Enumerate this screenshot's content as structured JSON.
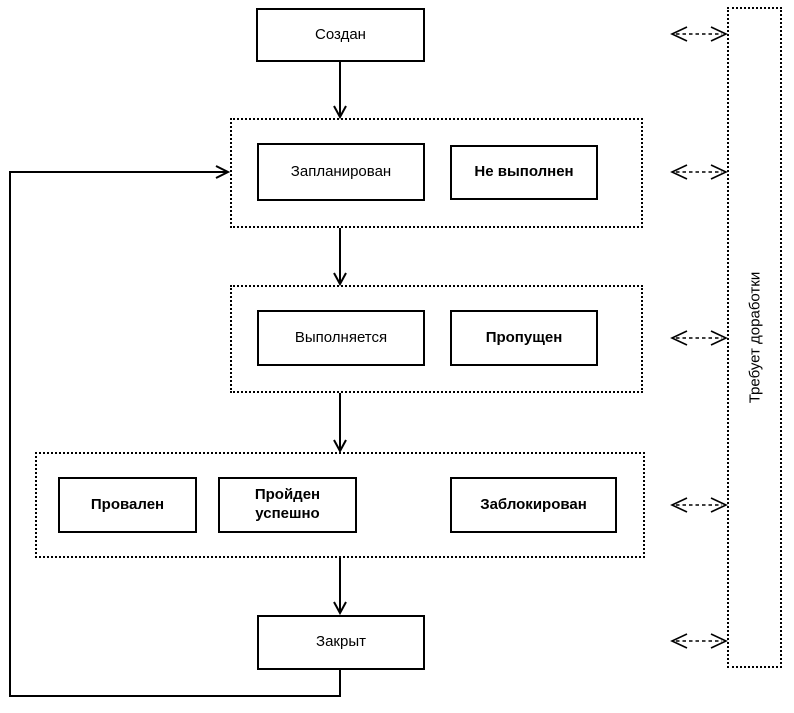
{
  "diagram": {
    "type": "state-flowchart",
    "language": "ru",
    "colors": {
      "stroke": "#000000",
      "background": "#ffffff",
      "node_fill": "#ffffff"
    },
    "nodes": {
      "created": {
        "label": "Создан",
        "emphasis": "normal"
      },
      "planned": {
        "label": "Запланирован",
        "emphasis": "normal"
      },
      "not_executed": {
        "label": "Не выполнен",
        "emphasis": "bold"
      },
      "in_progress": {
        "label": "Выполняется",
        "emphasis": "normal"
      },
      "skipped": {
        "label": "Пропущен",
        "emphasis": "bold"
      },
      "failed": {
        "label": "Провален",
        "emphasis": "bold"
      },
      "passed": {
        "label": "Пройден успешно",
        "emphasis": "bold"
      },
      "blocked": {
        "label": "Заблокирован",
        "emphasis": "bold"
      },
      "closed": {
        "label": "Закрыт",
        "emphasis": "normal"
      },
      "rework": {
        "label": "Требует доработки",
        "emphasis": "normal"
      }
    },
    "groups": [
      {
        "members": [
          "planned",
          "not_executed"
        ]
      },
      {
        "members": [
          "in_progress",
          "skipped"
        ]
      },
      {
        "members": [
          "failed",
          "passed",
          "blocked"
        ]
      }
    ],
    "edges": [
      {
        "from": "created",
        "to": "group-planned",
        "style": "solid-arrow"
      },
      {
        "from": "group-planned",
        "to": "group-inprogress",
        "style": "solid-arrow"
      },
      {
        "from": "group-inprogress",
        "to": "group-results",
        "style": "solid-arrow"
      },
      {
        "from": "group-results",
        "to": "closed",
        "style": "solid-arrow"
      },
      {
        "from": "closed",
        "to": "group-planned",
        "style": "solid-arrow-loop-left"
      },
      {
        "from": "created",
        "to": "rework",
        "style": "dashed-double-arrow"
      },
      {
        "from": "group-planned",
        "to": "rework",
        "style": "dashed-double-arrow"
      },
      {
        "from": "group-inprogress",
        "to": "rework",
        "style": "dashed-double-arrow"
      },
      {
        "from": "group-results",
        "to": "rework",
        "style": "dashed-double-arrow"
      },
      {
        "from": "closed",
        "to": "rework",
        "style": "dashed-double-arrow"
      }
    ]
  }
}
